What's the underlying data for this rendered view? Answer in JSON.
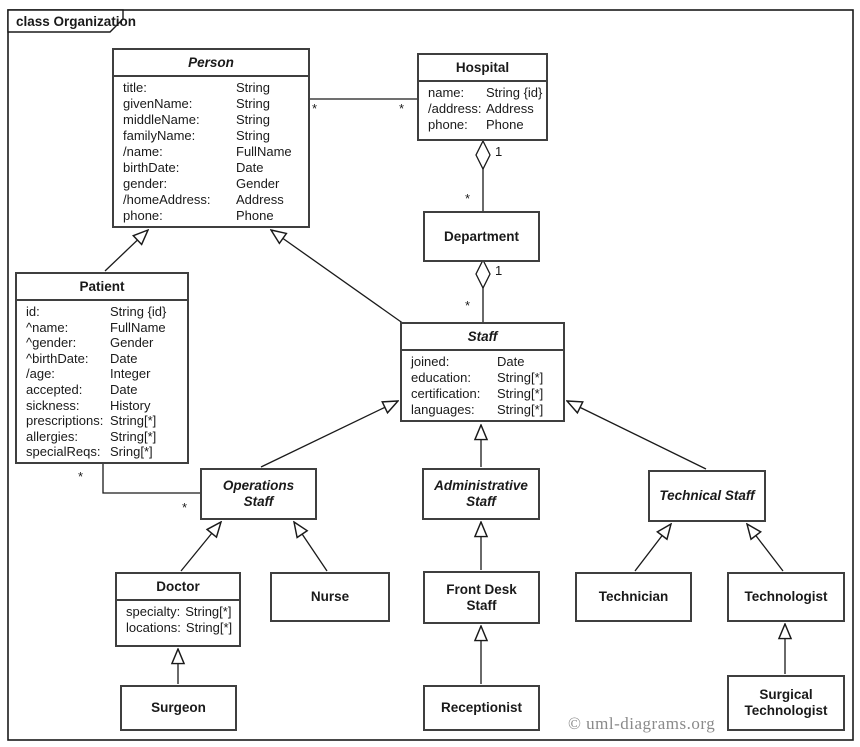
{
  "frame": {
    "title": "class Organization"
  },
  "copyright": "© uml-diagrams.org",
  "colors": {
    "line": "#1a1a1a",
    "box_border": "#3f3f3f",
    "copyright_text": "#8a8a8a",
    "background": "#ffffff"
  },
  "classes": {
    "person": {
      "name": "Person",
      "abstract": true,
      "attrs": [
        {
          "n": "title:",
          "t": "String"
        },
        {
          "n": "givenName:",
          "t": "String"
        },
        {
          "n": "middleName:",
          "t": "String"
        },
        {
          "n": "familyName:",
          "t": "String"
        },
        {
          "n": "/name:",
          "t": "FullName"
        },
        {
          "n": "birthDate:",
          "t": "Date"
        },
        {
          "n": "gender:",
          "t": "Gender"
        },
        {
          "n": "/homeAddress:",
          "t": "Address"
        },
        {
          "n": "phone:",
          "t": "Phone"
        }
      ]
    },
    "hospital": {
      "name": "Hospital",
      "abstract": false,
      "attrs": [
        {
          "n": "name:",
          "t": "String {id}"
        },
        {
          "n": "/address:",
          "t": "Address"
        },
        {
          "n": "phone:",
          "t": "Phone"
        }
      ]
    },
    "department": {
      "name": "Department",
      "abstract": false
    },
    "staff": {
      "name": "Staff",
      "abstract": true,
      "attrs": [
        {
          "n": "joined:",
          "t": "Date"
        },
        {
          "n": "education:",
          "t": "String[*]"
        },
        {
          "n": "certification:",
          "t": "String[*]"
        },
        {
          "n": "languages:",
          "t": "String[*]"
        }
      ]
    },
    "patient": {
      "name": "Patient",
      "abstract": false,
      "attrs": [
        {
          "n": "id:",
          "t": "String {id}"
        },
        {
          "n": "^name:",
          "t": "FullName"
        },
        {
          "n": "^gender:",
          "t": "Gender"
        },
        {
          "n": "^birthDate:",
          "t": "Date"
        },
        {
          "n": "/age:",
          "t": "Integer"
        },
        {
          "n": "accepted:",
          "t": "Date"
        },
        {
          "n": "sickness:",
          "t": "History"
        },
        {
          "n": "prescriptions:",
          "t": "String[*]"
        },
        {
          "n": "allergies:",
          "t": "String[*]"
        },
        {
          "n": "specialReqs:",
          "t": "Sring[*]"
        }
      ]
    },
    "operations_staff": {
      "name": "Operations Staff",
      "abstract": true
    },
    "administrative_staff": {
      "name": "Administrative Staff",
      "abstract": true
    },
    "technical_staff": {
      "name": "Technical Staff",
      "abstract": true
    },
    "doctor": {
      "name": "Doctor",
      "abstract": false,
      "attrs": [
        {
          "n": "specialty:",
          "t": "String[*]"
        },
        {
          "n": "locations:",
          "t": "String[*]"
        }
      ]
    },
    "nurse": {
      "name": "Nurse",
      "abstract": false
    },
    "front_desk_staff": {
      "name": "Front Desk Staff",
      "abstract": false
    },
    "technician": {
      "name": "Technician",
      "abstract": false
    },
    "technologist": {
      "name": "Technologist",
      "abstract": false
    },
    "surgeon": {
      "name": "Surgeon",
      "abstract": false
    },
    "receptionist": {
      "name": "Receptionist",
      "abstract": false
    },
    "surgical_technologist": {
      "name": "Surgical Technologist",
      "abstract": false
    }
  },
  "multiplicities": {
    "person_hospital_person_end": "*",
    "person_hospital_hospital_end": "*",
    "hospital_department_hospital_end": "1",
    "hospital_department_department_end": "*",
    "department_staff_department_end": "1",
    "department_staff_staff_end": "*",
    "patient_opstaff_patient_end": "*",
    "patient_opstaff_opstaff_end": "*"
  }
}
